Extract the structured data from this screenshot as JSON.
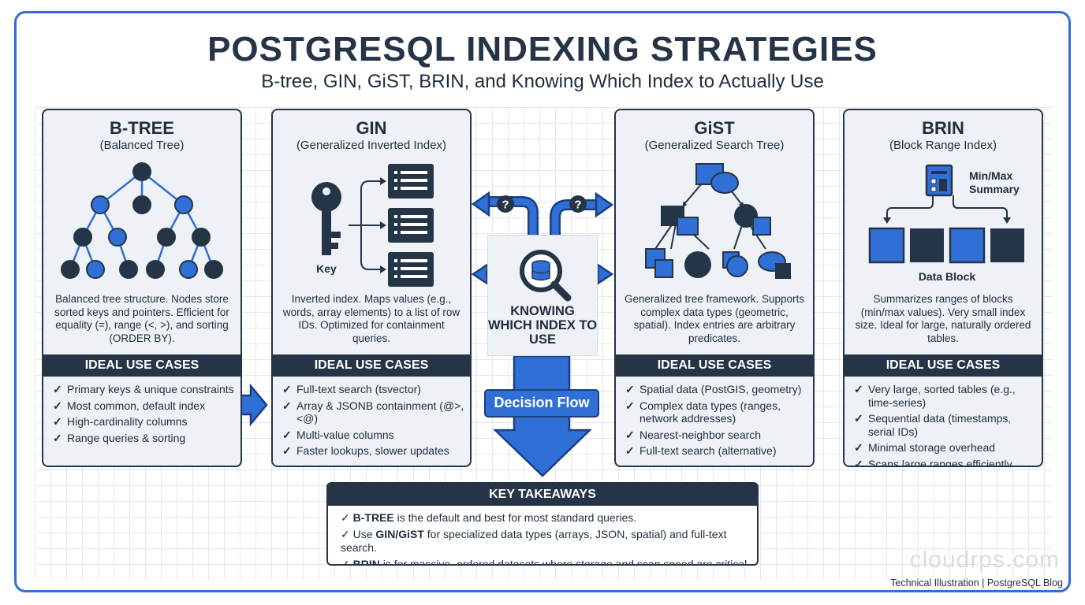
{
  "title": "POSTGRESQL INDEXING STRATEGIES",
  "subtitle": "B-tree, GIN, GiST, BRIN, and Knowing Which Index to Actually Use",
  "colors": {
    "navy": "#253447",
    "blue": "#2f6fd6",
    "panel": "#eef1f5"
  },
  "cards": [
    {
      "name": "B-TREE",
      "full": "(Balanced Tree)",
      "desc": "Balanced tree structure. Nodes store sorted keys and pointers. Efficient for equality (=), range (<, >), and sorting (ORDER BY).",
      "use_cases_title": "IDEAL USE CASES",
      "use_cases": [
        "Primary keys & unique constraints",
        "Most common, default index",
        "High-cardinality columns",
        "Range queries & sorting"
      ]
    },
    {
      "name": "GIN",
      "full": "(Generalized Inverted Index)",
      "diagram_label": "Key",
      "desc": "Inverted index. Maps values (e.g., words, array elements) to a list of row IDs. Optimized for containment queries.",
      "use_cases_title": "IDEAL USE CASES",
      "use_cases": [
        "Full-text search (tsvector)",
        "Array & JSONB containment (@>, <@)",
        "Multi-value columns",
        "Faster lookups, slower updates"
      ]
    },
    {
      "name": "GiST",
      "full": "(Generalized Search Tree)",
      "desc": "Generalized tree framework. Supports complex data types (geometric, spatial). Index entries are arbitrary predicates.",
      "use_cases_title": "IDEAL USE CASES",
      "use_cases": [
        "Spatial data (PostGIS, geometry)",
        "Complex data types (ranges, network addresses)",
        "Nearest-neighbor search",
        "Full-text search (alternative)"
      ]
    },
    {
      "name": "BRIN",
      "full": "(Block Range Index)",
      "summary_label_1": "Min/Max",
      "summary_label_2": "Summary",
      "diagram_label": "Data Block",
      "desc": "Summarizes ranges of blocks (min/max values). Very small index size. Ideal for large, naturally ordered tables.",
      "use_cases_title": "IDEAL USE CASES",
      "use_cases": [
        "Very large, sorted tables (e.g., time-series)",
        "Sequential data (timestamps, serial IDs)",
        "Minimal storage overhead",
        "Scans large ranges efficiently"
      ]
    }
  ],
  "center": {
    "title": "KNOWING WHICH INDEX TO USE",
    "question_mark": "?",
    "decision_label": "Decision Flow",
    "icon": "magnifier-database-icon"
  },
  "takeaways": {
    "title": "KEY TAKEAWAYS",
    "items": [
      {
        "bold": "B-TREE",
        "text": " is the default and best for most standard queries.",
        "pre": ""
      },
      {
        "pre": "Use ",
        "bold": "GIN/GiST",
        "text": " for specialized data types (arrays, JSON, spatial) and full-text search."
      },
      {
        "pre": "",
        "bold": "BRIN",
        "text": " is for massive, ordered datasets where storage and scan speed are critical."
      }
    ]
  },
  "check_glyph": "✓",
  "watermark": "cloudrps.com",
  "footer": "Technical Illustration | PostgreSQL Blog"
}
